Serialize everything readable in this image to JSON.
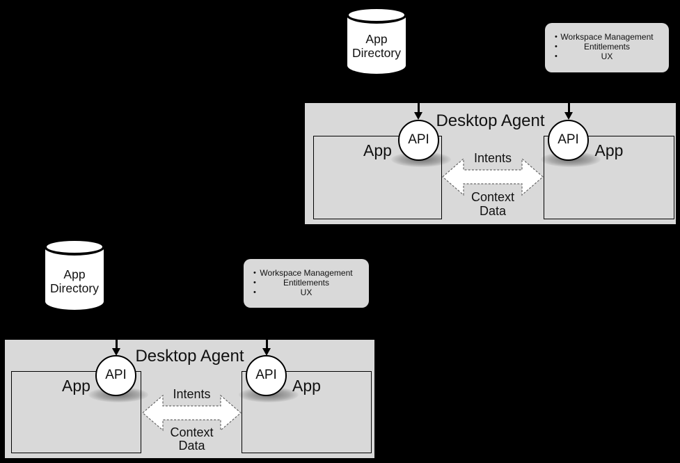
{
  "colors": {
    "background": "#000000",
    "panel_gray": "#d9d9d9",
    "shape_white": "#ffffff",
    "line_black": "#000000",
    "dashed_outline": "#666666"
  },
  "top": {
    "app_directory": {
      "line1": "App",
      "line2": "Directory"
    },
    "features": {
      "bullet": "•",
      "items": [
        "Workspace Management",
        "Entitlements",
        "UX"
      ]
    },
    "desktop_agent": {
      "title": "Desktop Agent"
    },
    "apps": {
      "left_label": "App",
      "right_label": "App"
    },
    "api": {
      "left_label": "API",
      "right_label": "API"
    },
    "flows": {
      "intents": "Intents",
      "context_data": "Context Data"
    }
  },
  "bottom": {
    "app_directory": {
      "line1": "App",
      "line2": "Directory"
    },
    "features": {
      "bullet": "•",
      "items": [
        "Workspace Management",
        "Entitlements",
        "UX"
      ]
    },
    "desktop_agent": {
      "title": "Desktop Agent"
    },
    "apps": {
      "left_label": "App",
      "right_label": "App"
    },
    "api": {
      "left_label": "API",
      "right_label": "API"
    },
    "flows": {
      "intents": "Intents",
      "context_data": "Context Data"
    }
  }
}
